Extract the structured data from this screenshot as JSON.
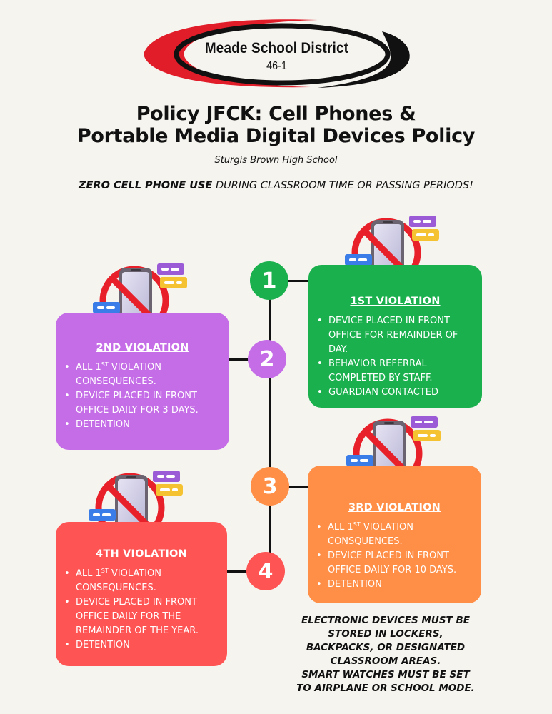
{
  "logo": {
    "name": "Meade School District",
    "number": "46-1",
    "colors": {
      "swoosh": "#e11d2a",
      "ring": "#111111"
    }
  },
  "header": {
    "title_line1": "Policy JFCK: Cell Phones &",
    "title_line2": "Portable Media Digital Devices Policy",
    "school": "Sturgis Brown High School",
    "rule_bold": "ZERO CELL PHONE USE",
    "rule_rest": " DURING CLASSROOM TIME OR PASSING PERIODS!"
  },
  "timeline": {
    "steps": [
      {
        "number": "1",
        "color": "#1ab04d"
      },
      {
        "number": "2",
        "color": "#c56de7"
      },
      {
        "number": "3",
        "color": "#ff8e46"
      },
      {
        "number": "4",
        "color": "#ff5454"
      }
    ]
  },
  "violations": {
    "first": {
      "title": "1ST VIOLATION",
      "items": [
        "DEVICE PLACED IN FRONT OFFICE FOR REMAINDER OF DAY.",
        "BEHAVIOR REFERRAL COMPLETED BY STAFF.",
        "GUARDIAN CONTACTED"
      ]
    },
    "second": {
      "title": "2ND VIOLATION",
      "item1_pre": "ALL 1",
      "item1_sup": "ST",
      "item1_post": " VIOLATION CONSEQUENCES.",
      "items": [
        "DEVICE PLACED IN FRONT OFFICE DAILY FOR 3 DAYS.",
        "DETENTION"
      ]
    },
    "third": {
      "title": "3RD VIOLATION",
      "item1_pre": "ALL 1",
      "item1_sup": "ST",
      "item1_post": " VIOLATION CONSQUENCES.",
      "items": [
        "DEVICE PLACED IN FRONT OFFICE DAILY FOR 10 DAYS.",
        "DETENTION"
      ]
    },
    "fourth": {
      "title": "4TH VIOLATION",
      "item1_pre": "ALL 1",
      "item1_sup": "ST",
      "item1_post": " VIOLATION CONSEQUENCES.",
      "items": [
        "DEVICE PLACED IN FRONT OFFICE DAILY FOR THE REMAINDER OF THE YEAR.",
        "DETENTION"
      ]
    }
  },
  "note": {
    "lines": [
      "ELECTRONIC DEVICES MUST BE",
      "STORED IN LOCKERS,",
      "BACKPACKS, OR DESIGNATED",
      "CLASSROOM AREAS.",
      "SMART WATCHES MUST BE SET",
      "TO AIRPLANE OR SCHOOL MODE."
    ]
  },
  "icons": {
    "phone": "no-phone-icon"
  }
}
